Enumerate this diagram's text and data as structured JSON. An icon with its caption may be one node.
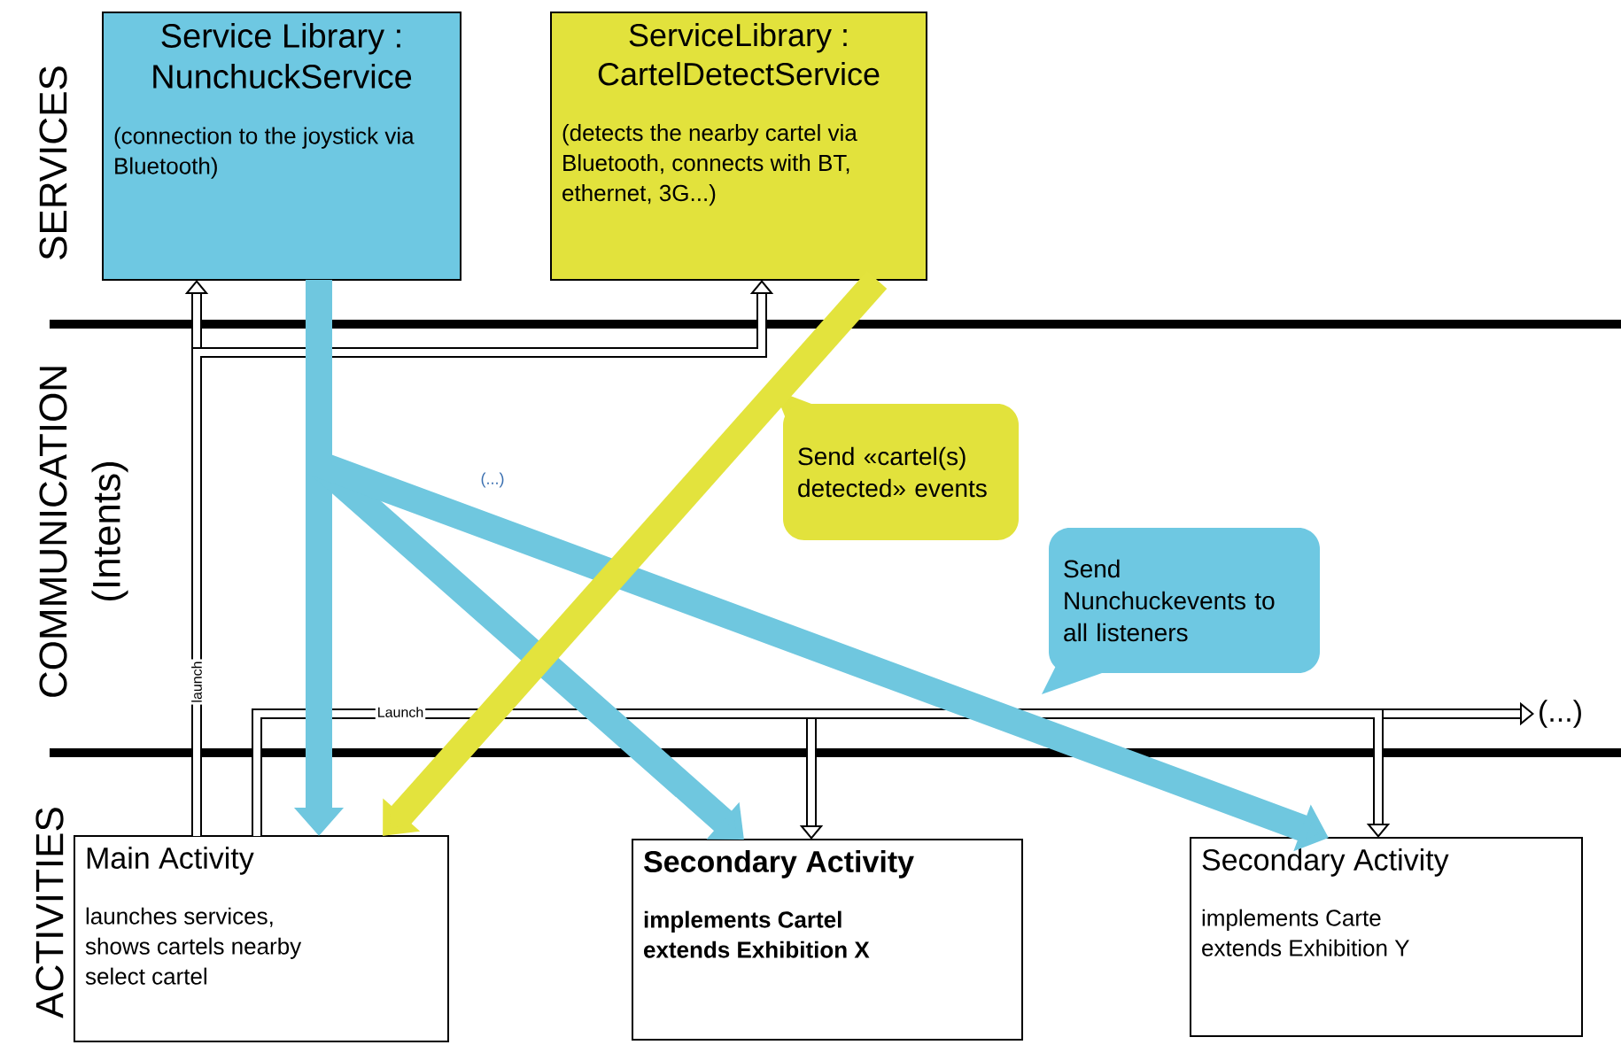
{
  "diagram": {
    "nodes": [
      {
        "text": [
          "Service Library : NunchuckService",
          "(connection to the joystick via Bluetooth)"
        ]
      },
      {
        "text": [
          "ServiceLibrary : CartelDetectService",
          "(detects the nearby cartel via Bluetooth, connects with BT, ethernet, 3G...)"
        ]
      },
      {
        "text": [
          "Main Activity",
          "launches services, shows cartels nearby select cartel"
        ]
      },
      {
        "text": [
          "Secondary Activity",
          "implements Cartel extends Exhibition X"
        ]
      },
      {
        "text": [
          "Secondary Activity",
          "implements Carte extends Exhibition Y"
        ]
      },
      {
        "text": [
          "Send «cartel(s) detected» events"
        ]
      },
      {
        "text": [
          "Send Nunchuckevents to all listeners"
        ]
      },
      {
        "text": [
          "(...)"
        ]
      }
    ],
    "edges": [
      {
        "from": 0,
        "to": 2,
        "arrow": "to",
        "style": "thick",
        "color": "#6fc7df"
      },
      {
        "from": 0,
        "to": 3,
        "arrow": "to",
        "style": "thick",
        "color": "#6fc7df"
      },
      {
        "from": 0,
        "to": 4,
        "arrow": "to",
        "style": "thick",
        "color": "#6fc7df",
        "label": "(...)"
      },
      {
        "from": 1,
        "to": 2,
        "arrow": "to",
        "style": "thick",
        "color": "#e3e33d"
      },
      {
        "from": 2,
        "to": 0,
        "arrow": "to",
        "label": "launch"
      },
      {
        "from": 2,
        "to": 1,
        "arrow": "to"
      },
      {
        "from": 2,
        "to": 7,
        "arrow": "to",
        "label": "Launch"
      },
      {
        "from": 2,
        "to": 3,
        "arrow": "to"
      },
      {
        "from": 2,
        "to": 4,
        "arrow": "to"
      }
    ],
    "labels": [
      "SERVICES",
      "COMMUNICATION",
      "(Intents)",
      "ACTIVITIES"
    ]
  }
}
